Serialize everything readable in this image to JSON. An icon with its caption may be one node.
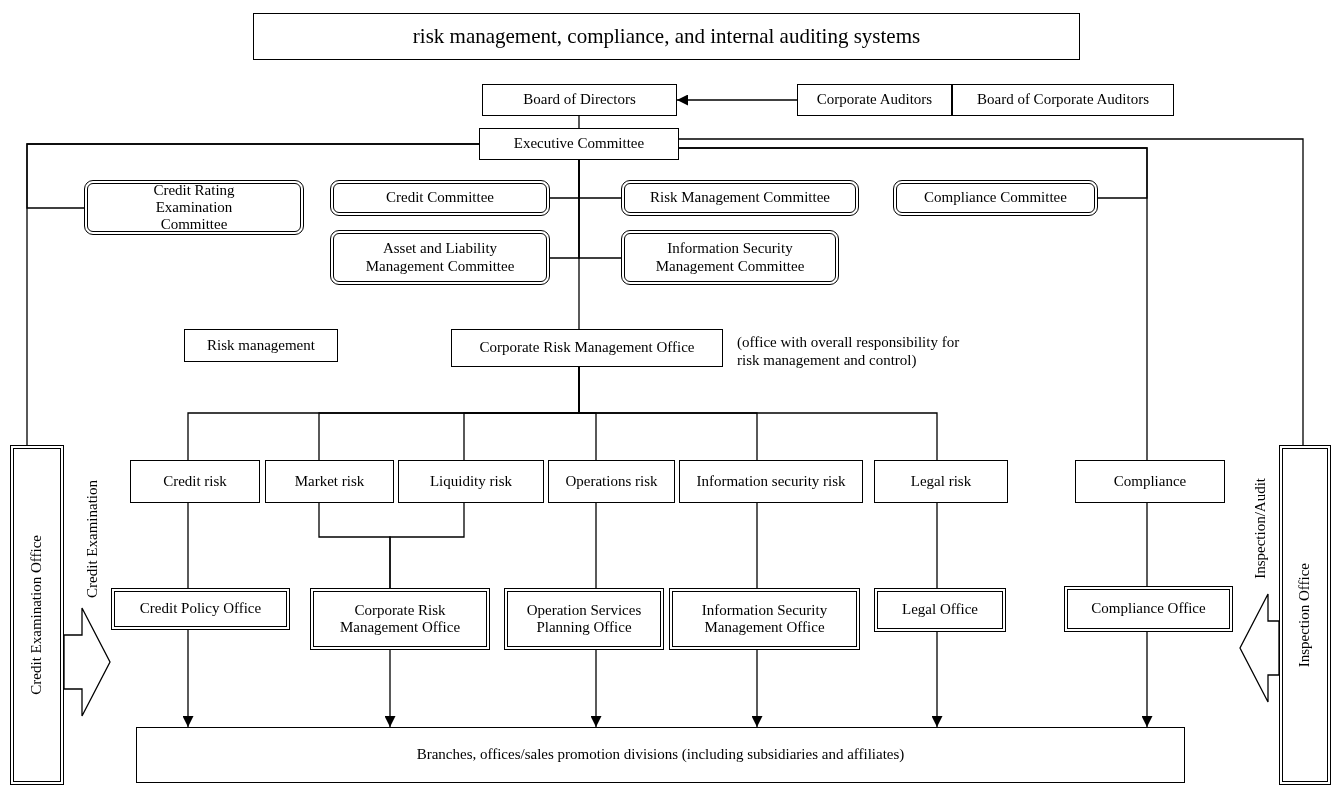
{
  "diagram": {
    "title": "risk management, compliance, and internal auditing systems",
    "nodes": [
      {
        "text": [
          "Board of Directors"
        ]
      },
      {
        "text": [
          "Corporate Auditors"
        ]
      },
      {
        "text": [
          "Board of Corporate Auditors"
        ]
      },
      {
        "text": [
          "Executive Committee"
        ]
      },
      {
        "text": [
          "Credit Rating Examination Committee"
        ]
      },
      {
        "text": [
          "Credit Committee"
        ]
      },
      {
        "text": [
          "Risk Management Committee"
        ]
      },
      {
        "text": [
          "Compliance Committee"
        ]
      },
      {
        "text": [
          "Asset and Liability Management Committee"
        ]
      },
      {
        "text": [
          "Information Security Management Committee"
        ]
      },
      {
        "text": [
          "Risk management"
        ]
      },
      {
        "text": [
          "Corporate Risk Management Office"
        ],
        "beside": [
          "(office with overall responsibility for risk management and control)"
        ]
      },
      {
        "text": [
          "Credit risk"
        ]
      },
      {
        "text": [
          "Market risk"
        ]
      },
      {
        "text": [
          "Liquidity risk"
        ]
      },
      {
        "text": [
          "Operations risk"
        ]
      },
      {
        "text": [
          "Information security risk"
        ]
      },
      {
        "text": [
          "Legal risk"
        ]
      },
      {
        "text": [
          "Compliance"
        ]
      },
      {
        "text": [
          "Credit Policy Office"
        ]
      },
      {
        "text": [
          "Corporate Risk Management Office"
        ]
      },
      {
        "text": [
          "Operation Services Planning Office"
        ]
      },
      {
        "text": [
          "Information Security Management Office"
        ]
      },
      {
        "text": [
          "Legal Office"
        ]
      },
      {
        "text": [
          "Compliance Office"
        ]
      },
      {
        "text": [
          "Branches, offices/sales promotion divisions (including subsidiaries and affiliates)"
        ]
      },
      {
        "text": [
          "Credit Examination Office"
        ]
      },
      {
        "text": [
          "Inspection Office"
        ]
      }
    ],
    "edges": [
      {
        "from": 1,
        "to": 0,
        "arrow": "to"
      },
      {
        "from": 0,
        "to": 3,
        "arrow": "none"
      },
      {
        "from": 3,
        "to": 4,
        "arrow": "none"
      },
      {
        "from": 3,
        "to": 26,
        "arrow": "none"
      },
      {
        "from": 3,
        "to": 5,
        "arrow": "none"
      },
      {
        "from": 3,
        "to": 6,
        "arrow": "none"
      },
      {
        "from": 3,
        "to": 8,
        "arrow": "none"
      },
      {
        "from": 3,
        "to": 9,
        "arrow": "none"
      },
      {
        "from": 3,
        "to": 11,
        "arrow": "none"
      },
      {
        "from": 3,
        "to": 18,
        "arrow": "none"
      },
      {
        "from": 3,
        "to": 7,
        "arrow": "none"
      },
      {
        "from": 3,
        "to": 27,
        "arrow": "none"
      },
      {
        "from": 11,
        "to": 12,
        "arrow": "none"
      },
      {
        "from": 11,
        "to": 13,
        "arrow": "none"
      },
      {
        "from": 11,
        "to": 14,
        "arrow": "none"
      },
      {
        "from": 11,
        "to": 15,
        "arrow": "none"
      },
      {
        "from": 11,
        "to": 16,
        "arrow": "none"
      },
      {
        "from": 11,
        "to": 17,
        "arrow": "none"
      },
      {
        "from": 12,
        "to": 19,
        "arrow": "none"
      },
      {
        "from": 13,
        "to": 20,
        "arrow": "none"
      },
      {
        "from": 14,
        "to": 20,
        "arrow": "none"
      },
      {
        "from": 15,
        "to": 21,
        "arrow": "none"
      },
      {
        "from": 16,
        "to": 22,
        "arrow": "none"
      },
      {
        "from": 17,
        "to": 23,
        "arrow": "none"
      },
      {
        "from": 18,
        "to": 24,
        "arrow": "none"
      },
      {
        "from": 19,
        "to": 25,
        "arrow": "to"
      },
      {
        "from": 20,
        "to": 25,
        "arrow": "to"
      },
      {
        "from": 21,
        "to": 25,
        "arrow": "to"
      },
      {
        "from": 22,
        "to": 25,
        "arrow": "to"
      },
      {
        "from": 23,
        "to": 25,
        "arrow": "to"
      },
      {
        "from": 24,
        "to": 25,
        "arrow": "to"
      },
      {
        "from": 26,
        "to": null,
        "arrow": "to",
        "label": "Credit Examination",
        "style": "thick"
      },
      {
        "from": 27,
        "to": null,
        "arrow": "to",
        "label": "Inspection/Audit",
        "style": "thick"
      }
    ]
  }
}
